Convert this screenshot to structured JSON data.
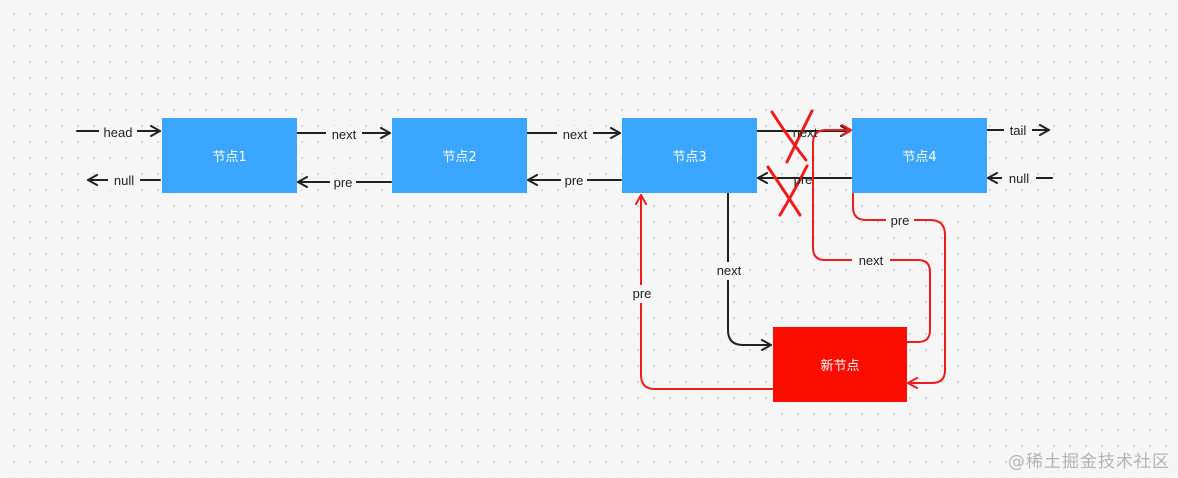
{
  "nodes": {
    "node1": "节点1",
    "node2": "节点2",
    "node3": "节点3",
    "node4": "节点4",
    "new_node": "新节点"
  },
  "labels": {
    "head": "head",
    "tail": "tail",
    "null": "null",
    "next": "next",
    "pre": "pre"
  },
  "colors": {
    "node": "#3aa6ff",
    "new_node": "#fb0e00",
    "arrow": "#222222",
    "new_link": "#ee1c1c"
  },
  "watermark": "@稀土掘金技术社区"
}
